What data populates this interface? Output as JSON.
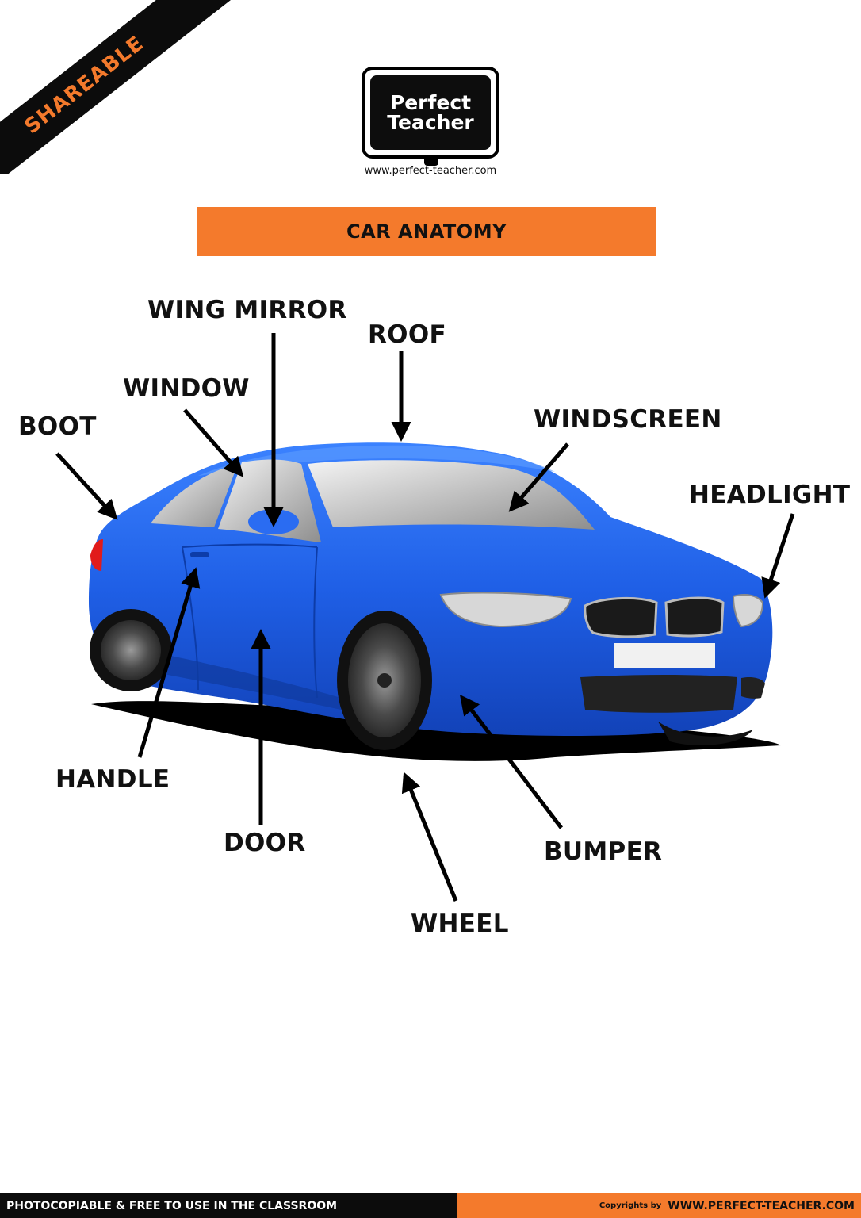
{
  "ribbon": {
    "text": "SHAREABLE"
  },
  "logo": {
    "line1": "Perfect",
    "line2": "Teacher",
    "url": "www.perfect-teacher.com"
  },
  "title": "CAR ANATOMY",
  "labels": {
    "wing_mirror": "WING MIRROR",
    "roof": "ROOF",
    "window": "WINDOW",
    "windscreen": "WINDSCREEN",
    "boot": "BOOT",
    "headlight": "HEADLIGHT",
    "handle": "HANDLE",
    "door": "DOOR",
    "bumper": "BUMPER",
    "wheel": "WHEEL"
  },
  "footer": {
    "left": "PHOTOCOPIABLE & FREE TO USE IN THE CLASSROOM",
    "copyright_prefix": "Copyrights by",
    "site": "WWW.PERFECT-TEACHER.COM"
  },
  "colors": {
    "accent": "#f47a2c",
    "car_body": "#1f5fe6",
    "dark": "#0c0c0c"
  }
}
